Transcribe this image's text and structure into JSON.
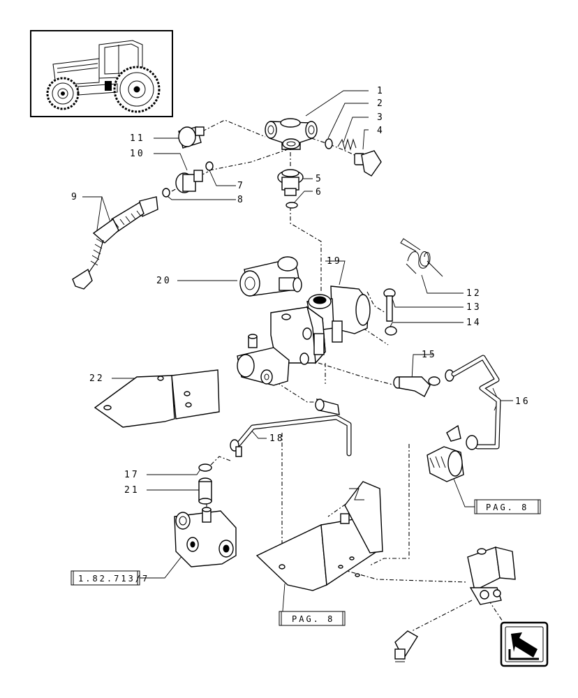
{
  "callouts": [
    "1",
    "2",
    "3",
    "4",
    "5",
    "6",
    "7",
    "8",
    "9",
    "10",
    "11",
    "12",
    "13",
    "14",
    "15",
    "16",
    "17",
    "18",
    "19",
    "20",
    "21",
    "22"
  ],
  "references": {
    "ref_1": "1.82.713/7",
    "ref_2": "PAG. 8",
    "ref_3": "PAG. 8"
  },
  "icons": {
    "thumbnail": "tractor-thumbnail-icon",
    "nav": "next-page-arrow-icon"
  },
  "colors": {
    "line": "#000000",
    "background": "#ffffff"
  }
}
